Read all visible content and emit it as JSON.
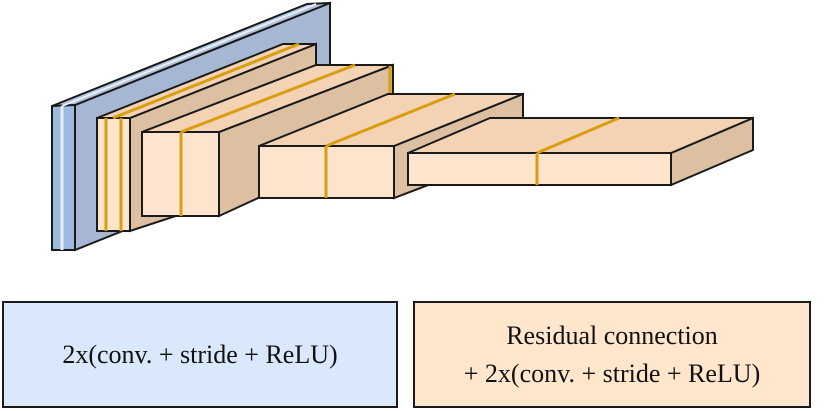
{
  "colors": {
    "conv_face": "#c9d5e8",
    "conv_front": "#9dbbe0",
    "conv_side": "#a6b7d3",
    "conv_top": "#b0c2dd",
    "conv_stripe": "#e8eef8",
    "res_front": "#fde4cc",
    "res_side": "#ddbfa2",
    "res_top": "#f3d3b4",
    "res_stripe": "#d89e10",
    "outline": "#1a1a1a",
    "legend_conv_fill": "#dae8fc",
    "legend_res_fill": "#ffe6cc"
  },
  "legend": {
    "conv": {
      "text": "2x(conv. + stride + ReLU)"
    },
    "residual": {
      "line1": "Residual connection",
      "line2": "+ 2x(conv. + stride + ReLU)"
    }
  }
}
